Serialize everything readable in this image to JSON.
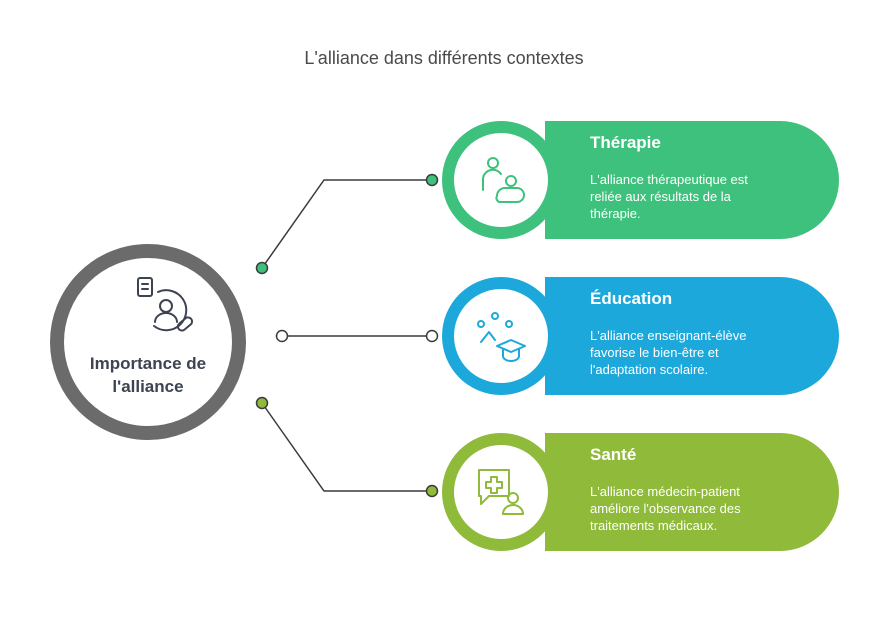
{
  "title": "L'alliance dans différents contextes",
  "hub": {
    "label_line1": "Importance de",
    "label_line2": "l'alliance",
    "icon": "counseling-icon",
    "color": "#6b6b6b"
  },
  "items": [
    {
      "title": "Thérapie",
      "desc_line1": "L'alliance thérapeutique est",
      "desc_line2": "reliée aux résultats de la",
      "desc_line3": "thérapie.",
      "icon": "therapist-patient-icon",
      "color": "#3ec17c"
    },
    {
      "title": "Éducation",
      "desc_line1": "L'alliance enseignant-élève",
      "desc_line2": "favorise le bien-être et",
      "desc_line3": "l'adaptation scolaire.",
      "icon": "graduation-cap-icon",
      "color": "#1da8dc"
    },
    {
      "title": "Santé",
      "desc_line1": "L'alliance médecin-patient",
      "desc_line2": "améliore l'observance des",
      "desc_line3": "traitements médicaux.",
      "icon": "medical-chat-icon",
      "color": "#8fba3a"
    }
  ]
}
